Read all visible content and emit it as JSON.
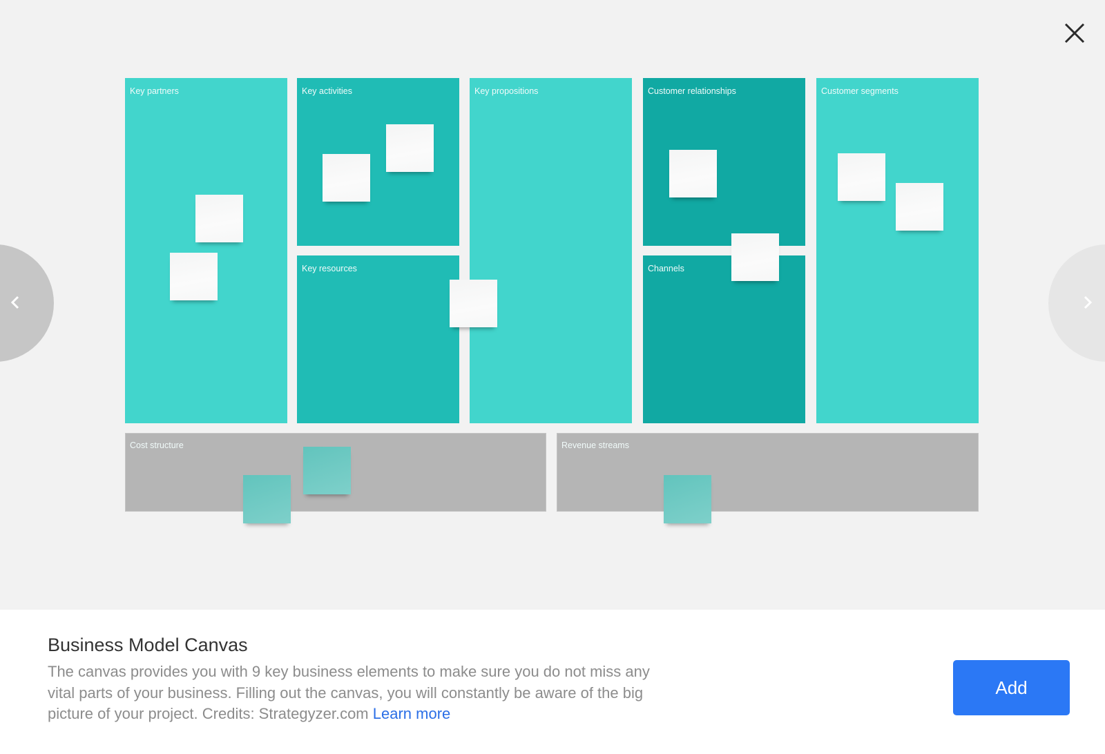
{
  "preview": {
    "blocks": [
      {
        "id": "key-partners",
        "label": "Key partners"
      },
      {
        "id": "key-activities",
        "label": "Key activities"
      },
      {
        "id": "key-resources",
        "label": "Key resources"
      },
      {
        "id": "key-propositions",
        "label": "Key propositions"
      },
      {
        "id": "customer-relationships",
        "label": "Customer relationships"
      },
      {
        "id": "channels",
        "label": "Channels"
      },
      {
        "id": "customer-segments",
        "label": "Customer segments"
      },
      {
        "id": "cost-structure",
        "label": "Cost structure"
      },
      {
        "id": "revenue-streams",
        "label": "Revenue streams"
      }
    ],
    "colors": {
      "light_teal": "#42d5cc",
      "mid_teal": "#20bcb5",
      "dark_teal": "#11a9a3",
      "grey": "#b5b5b5",
      "sticky_white": "#f8f9f9",
      "sticky_teal": "#6fcac3"
    },
    "icons": {
      "close": "close-icon",
      "prev": "chevron-left-icon",
      "next": "chevron-right-icon"
    }
  },
  "footer": {
    "title": "Business Model Canvas",
    "description": "The canvas provides you with 9 key business elements to make sure you do not miss any vital parts of your business. Filling out the canvas, you will constantly be aware of the big picture of your project. Credits: Strategyzer.com ",
    "learn_more": "Learn more",
    "add_label": "Add",
    "accent_color": "#2b78f5"
  }
}
